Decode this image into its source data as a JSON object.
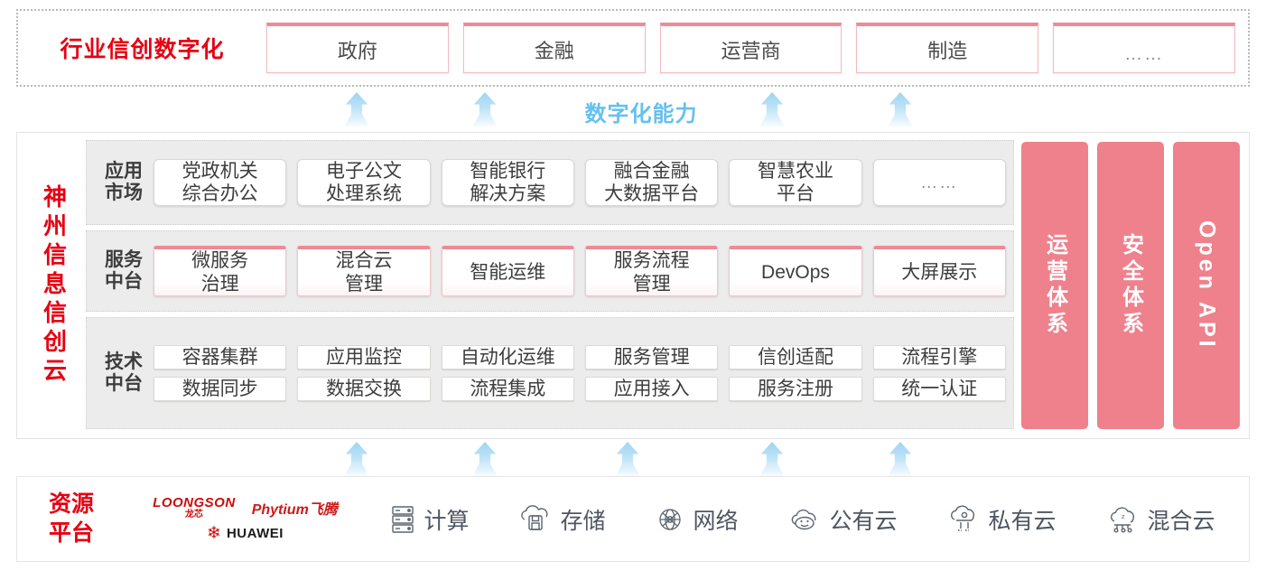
{
  "industry": {
    "title": "行业信创数字化",
    "cards": [
      {
        "label": "政府"
      },
      {
        "label": "金融"
      },
      {
        "label": "运营商"
      },
      {
        "label": "制造"
      },
      {
        "label": "……"
      }
    ]
  },
  "capability": {
    "label": "数字化能力",
    "top_arrow_count": 4,
    "bottom_arrow_count": 5,
    "arrow_color": "#9ed4f2",
    "label_color": "#66c0ef"
  },
  "cloud": {
    "title": "神州信息信创云",
    "accent_color": "#e60012",
    "layers": [
      {
        "name": "应用市场",
        "label_line1": "应用",
        "label_line2": "市场",
        "cards": [
          "党政机关\n综合办公",
          "电子公文\n处理系统",
          "智能银行\n解决方案",
          "融合金融\n大数据平台",
          "智慧农业\n平台",
          "……"
        ]
      },
      {
        "name": "服务中台",
        "label_line1": "服务",
        "label_line2": "中台",
        "cards": [
          "微服务\n治理",
          "混合云\n管理",
          "智能运维",
          "服务流程\n管理",
          "DevOps",
          "大屏展示"
        ]
      },
      {
        "name": "技术中台",
        "label_line1": "技术",
        "label_line2": "中台",
        "rows": [
          [
            "容器集群",
            "应用监控",
            "自动化运维",
            "服务管理",
            "信创适配",
            "流程引擎"
          ],
          [
            "数据同步",
            "数据交换",
            "流程集成",
            "应用接入",
            "服务注册",
            "统一认证"
          ]
        ]
      }
    ],
    "side_columns": [
      {
        "label": "运营体系",
        "type": "cjk"
      },
      {
        "label": "安全体系",
        "type": "cjk"
      },
      {
        "label": "Open API",
        "type": "latin"
      }
    ],
    "side_color": "#ef818c"
  },
  "resource": {
    "title_line1": "资源",
    "title_line2": "平台",
    "vendors": [
      {
        "name": "LOONGSON",
        "sub": "龙芯"
      },
      {
        "name": "Phytium飞腾"
      },
      {
        "name": "HUAWEI"
      }
    ],
    "items": [
      {
        "label": "计算",
        "icon": "server-icon"
      },
      {
        "label": "存储",
        "icon": "cloud-storage-icon"
      },
      {
        "label": "网络",
        "icon": "network-globe-icon"
      },
      {
        "label": "公有云",
        "icon": "public-cloud-icon"
      },
      {
        "label": "私有云",
        "icon": "private-cloud-icon"
      },
      {
        "label": "混合云",
        "icon": "hybrid-cloud-icon"
      }
    ]
  }
}
